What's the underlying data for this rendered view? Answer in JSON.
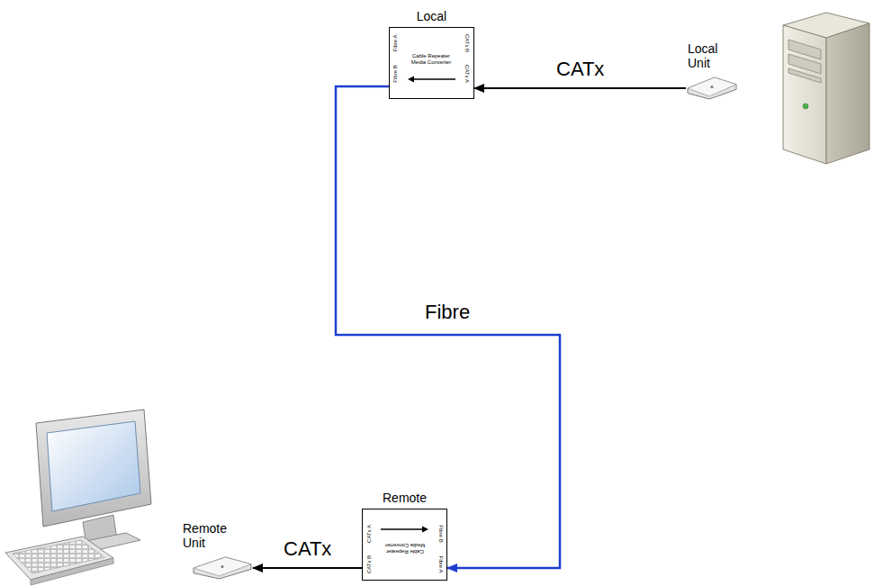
{
  "diagram": {
    "nodes": [
      {
        "text": [
          "Local",
          "Cable Repeater Media Converter",
          "Fibre A",
          "Fibre B",
          "CATx B",
          "CATx A"
        ]
      },
      {
        "text": [
          "Local Unit"
        ]
      },
      {
        "text": [
          "Remote",
          "Cable Repeater Media Converter",
          "CATx A",
          "CATx B",
          "Fibre B",
          "Fibre A"
        ]
      },
      {
        "text": [
          "Remote Unit"
        ]
      }
    ],
    "edges": [
      {
        "from": 1,
        "to": 0,
        "label": "CATx",
        "arrow": "to"
      },
      {
        "from": 0,
        "to": 2,
        "label": "Fibre",
        "arrow": "to"
      },
      {
        "from": 2,
        "to": 3,
        "label": "CATx",
        "arrow": "to"
      }
    ]
  }
}
